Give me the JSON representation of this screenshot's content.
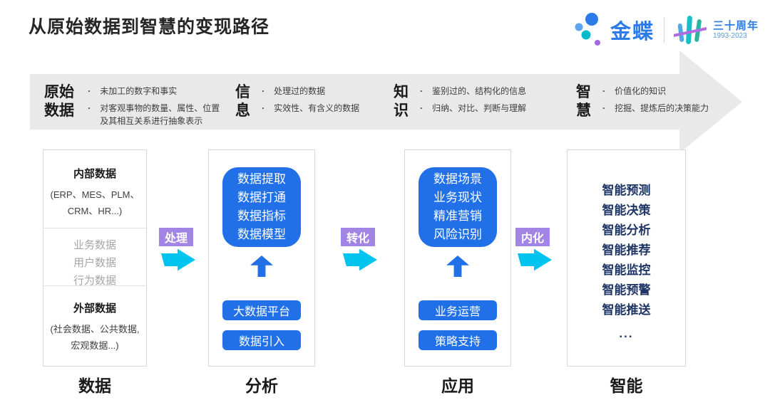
{
  "title": "从原始数据到智慧的变现路径",
  "logo": {
    "brand": "金蝶",
    "anniversary": "三十周年",
    "years": "1993-2023"
  },
  "banner": {
    "stages": [
      {
        "title": "原始数据",
        "bullets": [
          "未加工的数字和事实",
          "对客观事物的数量、属性、位置及其相互关系进行抽象表示"
        ]
      },
      {
        "title": "信息",
        "bullets": [
          "处理过的数据",
          "实效性、有含义的数据"
        ]
      },
      {
        "title": "知识",
        "bullets": [
          "鉴别过的、结构化的信息",
          "归纳、对比、判断与理解"
        ]
      },
      {
        "title": "智慧",
        "bullets": [
          "价值化的知识",
          "挖掘、提炼后的决策能力"
        ]
      }
    ]
  },
  "columns": [
    {
      "label": "数据",
      "sections": [
        {
          "heading": "内部数据",
          "detail": "(ERP、MES、PLM、CRM、HR...)"
        },
        {
          "items": [
            "业务数据",
            "用户数据",
            "行为数据"
          ]
        },
        {
          "heading": "外部数据",
          "detail": "(社会数据、公共数据, 宏观数据...)"
        }
      ]
    },
    {
      "label": "分析",
      "main_box": [
        "数据提取",
        "数据打通",
        "数据指标",
        "数据模型"
      ],
      "buttons": [
        "大数据平台",
        "数据引入"
      ]
    },
    {
      "label": "应用",
      "main_box": [
        "数据场景",
        "业务现状",
        "精准营销",
        "风险识别"
      ],
      "buttons": [
        "业务运营",
        "策略支持"
      ]
    },
    {
      "label": "智能",
      "items": [
        "智能预测",
        "智能决策",
        "智能分析",
        "智能推荐",
        "智能监控",
        "智能预警",
        "智能推送",
        "..."
      ]
    }
  ],
  "connectors": [
    {
      "label": "处理"
    },
    {
      "label": "转化"
    },
    {
      "label": "内化"
    }
  ],
  "colors": {
    "accent_blue": "#2170E8",
    "cyan_arrow": "#00C4F0",
    "purple_label": "#A184E4",
    "navy_text": "#1E3566",
    "banner_gray": "#E9E9E9",
    "brand_blue": "#2B7CE9"
  }
}
